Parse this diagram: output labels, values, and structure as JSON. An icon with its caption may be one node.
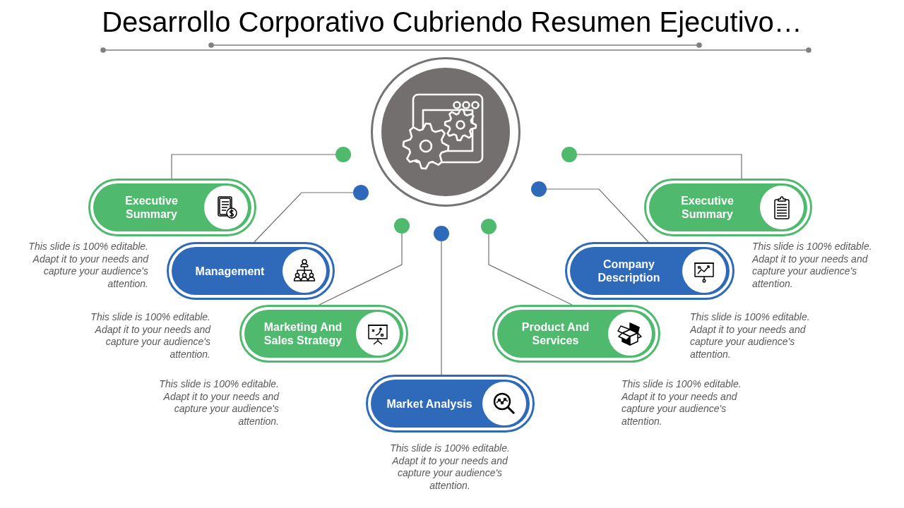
{
  "diagram": {
    "title": "Desarrollo Corporativo Cubriendo Resumen Ejecutivo…",
    "nodes": [
      {
        "text": [],
        "shape": "circle"
      },
      {
        "text": [],
        "shape": "circle"
      },
      {
        "text": [],
        "shape": "circle"
      },
      {
        "text": [],
        "shape": "circle"
      },
      {
        "text": [],
        "shape": "circle"
      },
      {
        "text": [],
        "shape": "circle"
      },
      {
        "text": [],
        "shape": "circle"
      },
      {
        "text": [],
        "shape": "circle"
      },
      {
        "text": [
          "Executive Summary"
        ],
        "beside": [
          "This slide is 100% editable. Adapt it to your needs and capture your audience's attention."
        ]
      },
      {
        "text": [
          "Management"
        ],
        "beside": [
          "This slide is 100% editable. Adapt it to your needs and capture your audience's attention."
        ]
      },
      {
        "text": [
          "Marketing And Sales Strategy"
        ],
        "beside": [
          "This slide is 100% editable. Adapt it to your needs and capture your audience's attention."
        ]
      },
      {
        "text": [
          "Market Analysis"
        ],
        "beside": [
          "This slide is 100% editable. Adapt it to your needs and capture your audience's attention."
        ]
      },
      {
        "text": [
          "Product And Services"
        ],
        "beside": [
          "This slide is 100% editable. Adapt it to your needs and capture your audience's attention."
        ]
      },
      {
        "text": [
          "Company Description"
        ],
        "beside": [
          "This slide is 100% editable. Adapt it to your needs and capture your audience's attention."
        ]
      },
      {
        "text": [
          "Executive Summary"
        ],
        "beside": [
          "This slide is 100% editable. Adapt it to your needs and capture your audience's attention."
        ]
      }
    ],
    "edges": [
      {
        "from": 1,
        "to": 8,
        "arrow": "none"
      },
      {
        "from": 2,
        "to": 9,
        "arrow": "none"
      },
      {
        "from": 3,
        "to": 10,
        "arrow": "none"
      },
      {
        "from": 4,
        "to": 11,
        "arrow": "none"
      },
      {
        "from": 5,
        "to": 12,
        "arrow": "none"
      },
      {
        "from": 6,
        "to": 13,
        "arrow": "none"
      },
      {
        "from": 7,
        "to": 14,
        "arrow": "none"
      }
    ]
  }
}
